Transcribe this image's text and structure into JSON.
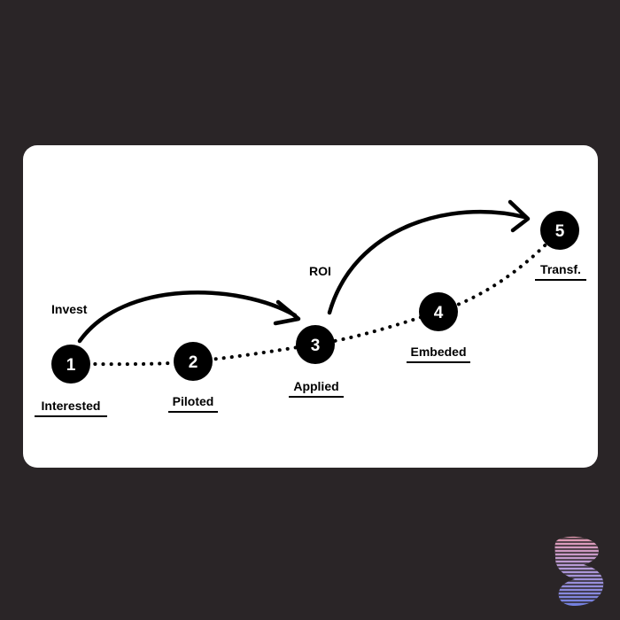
{
  "colors": {
    "background": "#2a2527",
    "card": "#ffffff",
    "ink": "#000000",
    "node_text": "#ffffff"
  },
  "stages": [
    {
      "number": "1",
      "label": "Interested"
    },
    {
      "number": "2",
      "label": "Piloted"
    },
    {
      "number": "3",
      "label": "Applied"
    },
    {
      "number": "4",
      "label": "Embeded"
    },
    {
      "number": "5",
      "label": "Transf."
    }
  ],
  "arrows": {
    "invest": "Invest",
    "roi": "ROI"
  },
  "logo_icon": "brand-logo-icon"
}
